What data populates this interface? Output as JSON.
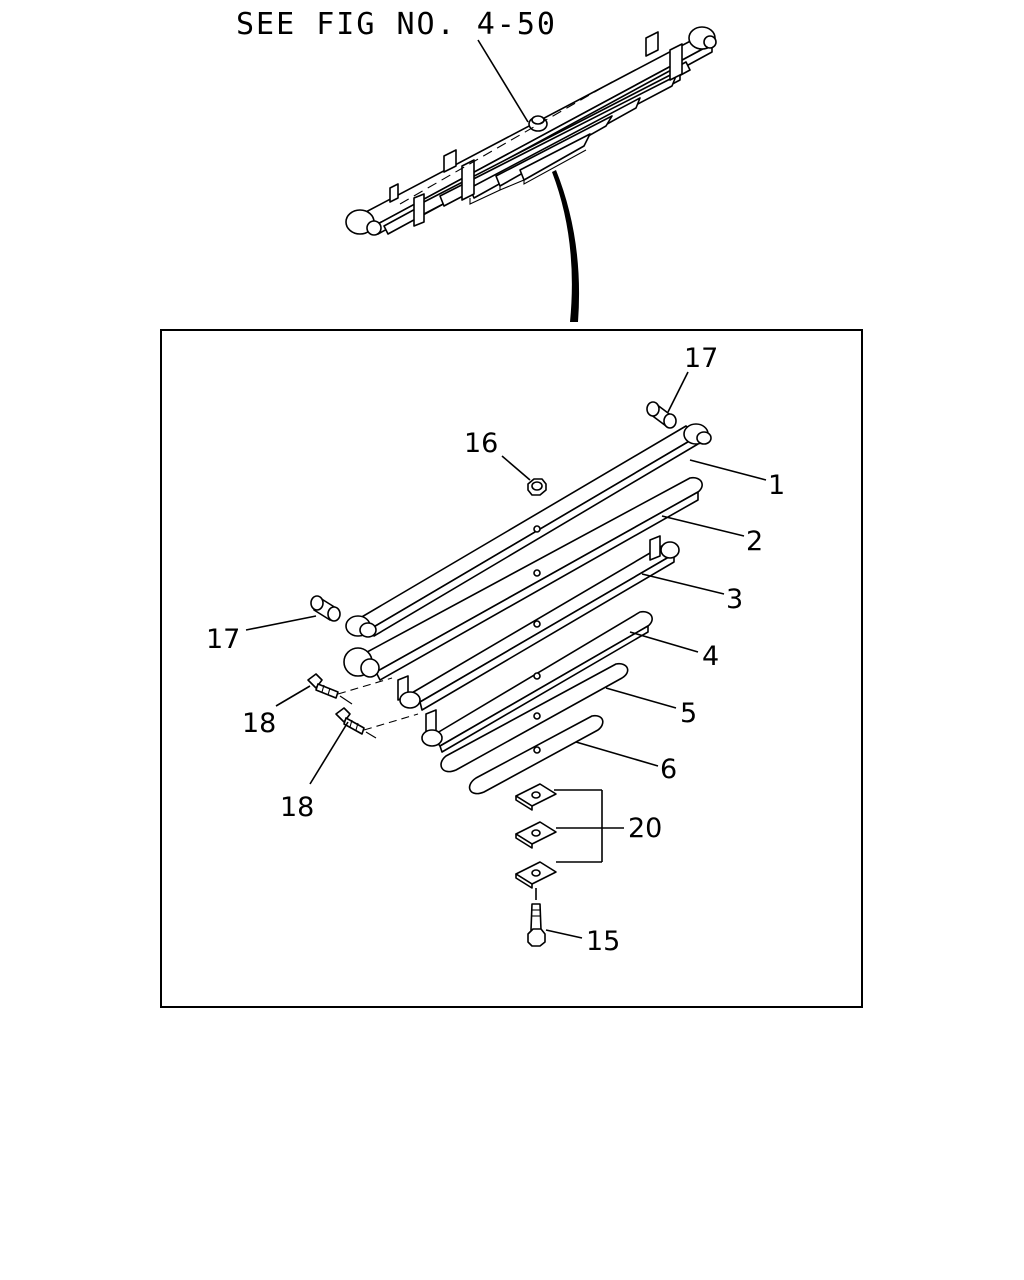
{
  "header": {
    "reference": "SEE FIG NO. 4-50"
  },
  "callouts": {
    "c1": "1",
    "c2": "2",
    "c3": "3",
    "c4": "4",
    "c5": "5",
    "c6": "6",
    "c15": "15",
    "c16": "16",
    "c17_top": "17",
    "c17_left": "17",
    "c18_upper": "18",
    "c18_lower": "18",
    "c20": "20"
  }
}
